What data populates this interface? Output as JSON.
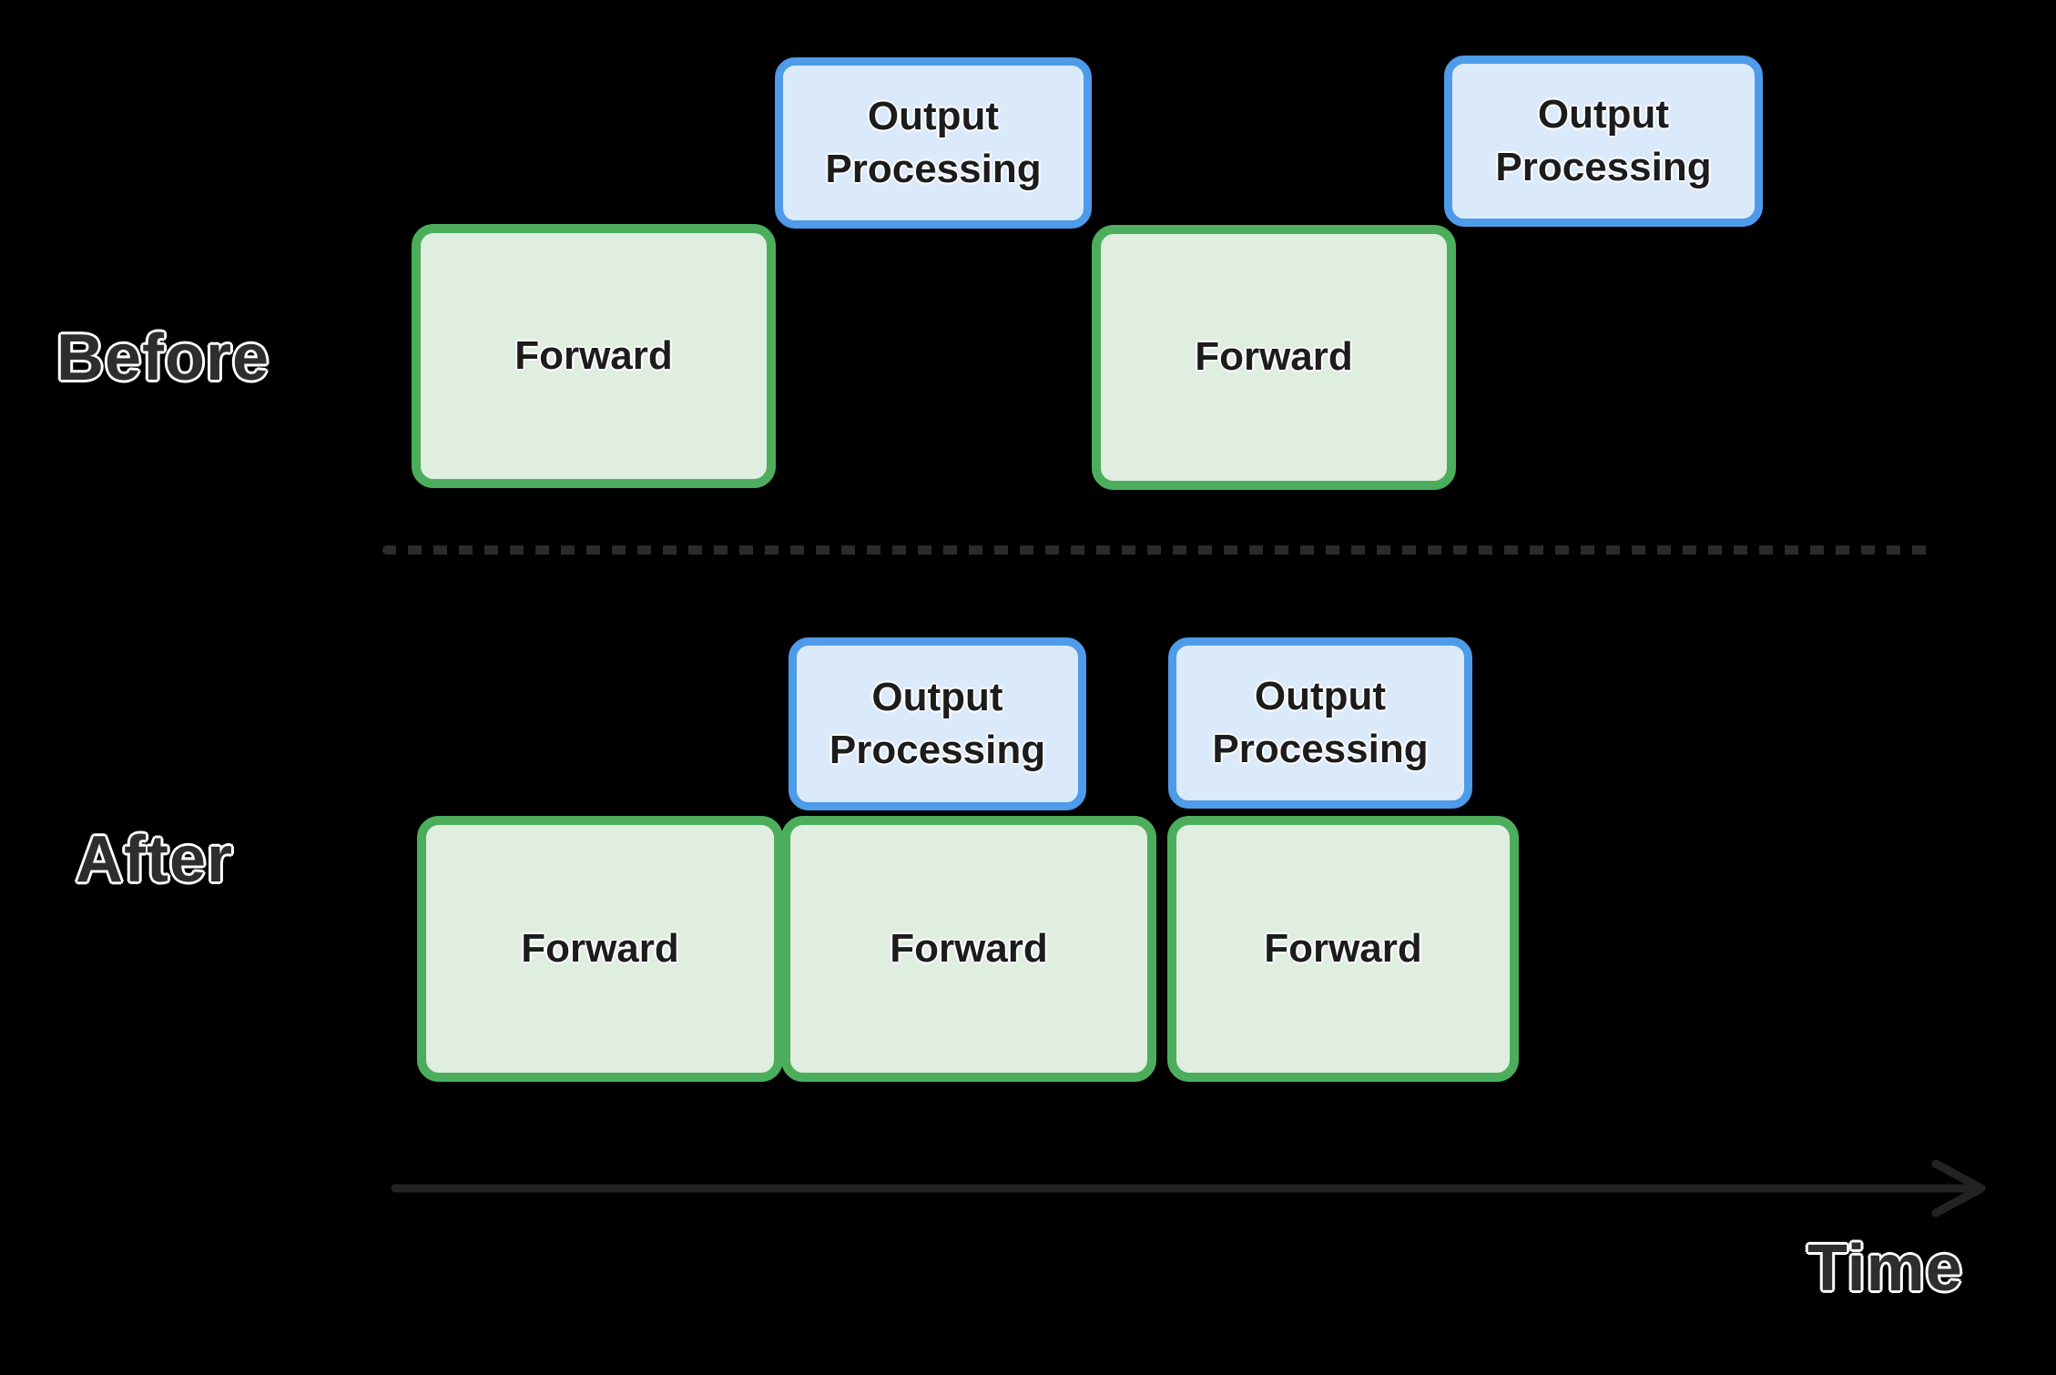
{
  "diagram": {
    "before": {
      "section_label": "Before",
      "forward_boxes": [
        "Forward",
        "Forward"
      ],
      "output_boxes": [
        "Output Processing",
        "Output Processing"
      ]
    },
    "after": {
      "section_label": "After",
      "forward_boxes": [
        "Forward",
        "Forward",
        "Forward"
      ],
      "output_boxes": [
        "Output Processing",
        "Output Processing"
      ]
    },
    "time_axis_label": "Time"
  },
  "colors": {
    "background": "#000000",
    "forward_fill": "#DFEEDF",
    "forward_border": "#4CAE5C",
    "output_fill": "#DBEAFB",
    "output_border": "#4D9BE9",
    "box_text": "#1C1C1C",
    "label_fill": "#2E2E2E",
    "label_outline": "#FFFFFF",
    "divider": "#2B2B2B",
    "arrow": "#232323"
  }
}
